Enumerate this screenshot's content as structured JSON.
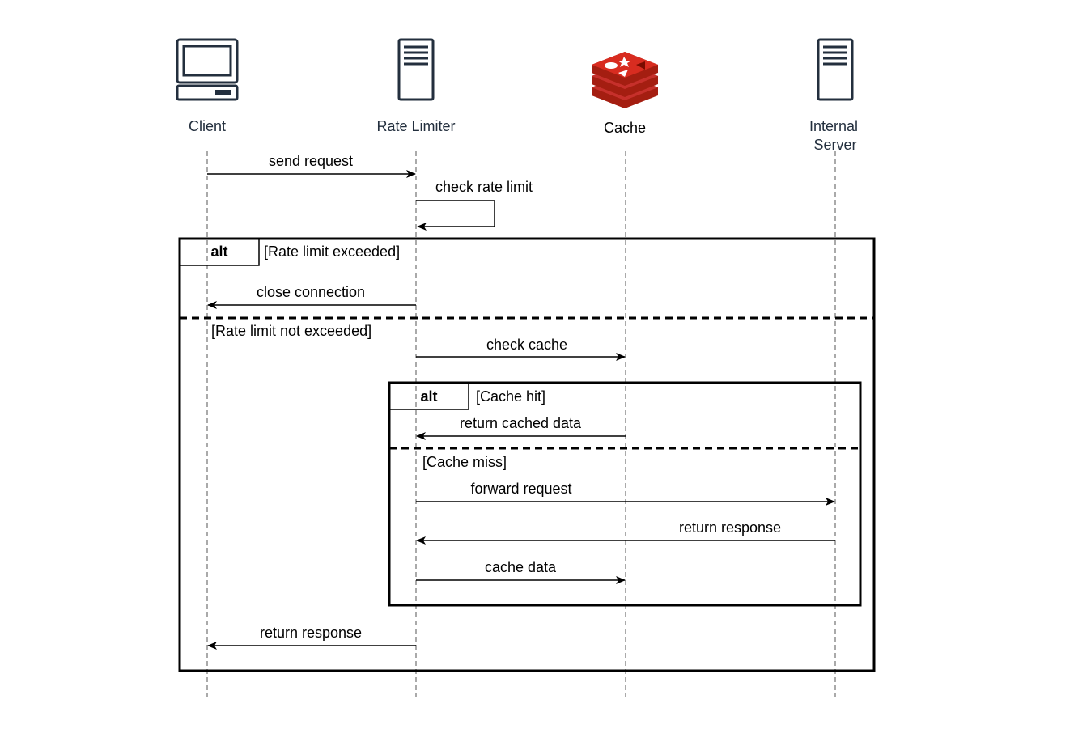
{
  "participants": [
    {
      "id": "client",
      "label": "Client",
      "icon": "client-computer-icon"
    },
    {
      "id": "limiter",
      "label": "Rate Limiter",
      "icon": "server-icon"
    },
    {
      "id": "cache",
      "label": "Cache",
      "icon": "redis-cache-icon"
    },
    {
      "id": "internal",
      "label": "Internal Server",
      "label_lines": [
        "Internal",
        "Server"
      ],
      "icon": "server-icon"
    }
  ],
  "messages": [
    {
      "label": "send request",
      "from": "client",
      "to": "limiter"
    },
    {
      "label": "check rate limit",
      "from": "limiter",
      "to": "limiter",
      "self": true
    },
    {
      "label": "close connection",
      "from": "limiter",
      "to": "client"
    },
    {
      "label": "check cache",
      "from": "limiter",
      "to": "cache"
    },
    {
      "label": "return cached data",
      "from": "cache",
      "to": "limiter"
    },
    {
      "label": "forward request",
      "from": "limiter",
      "to": "internal"
    },
    {
      "label": "return response",
      "from": "internal",
      "to": "limiter"
    },
    {
      "label": "cache data",
      "from": "limiter",
      "to": "cache"
    },
    {
      "label": "return response",
      "from": "limiter",
      "to": "client"
    }
  ],
  "fragments": [
    {
      "keyword": "alt",
      "guards": [
        "[Rate limit exceeded]",
        "[Rate limit not exceeded]"
      ]
    },
    {
      "keyword": "alt",
      "guards": [
        "[Cache hit]",
        "[Cache miss]"
      ]
    }
  ],
  "colors": {
    "icon": "#232F3E",
    "redis_red": "#C6302B",
    "redis_dark": "#A41E11",
    "line": "#000000",
    "lifeline": "#555555"
  }
}
